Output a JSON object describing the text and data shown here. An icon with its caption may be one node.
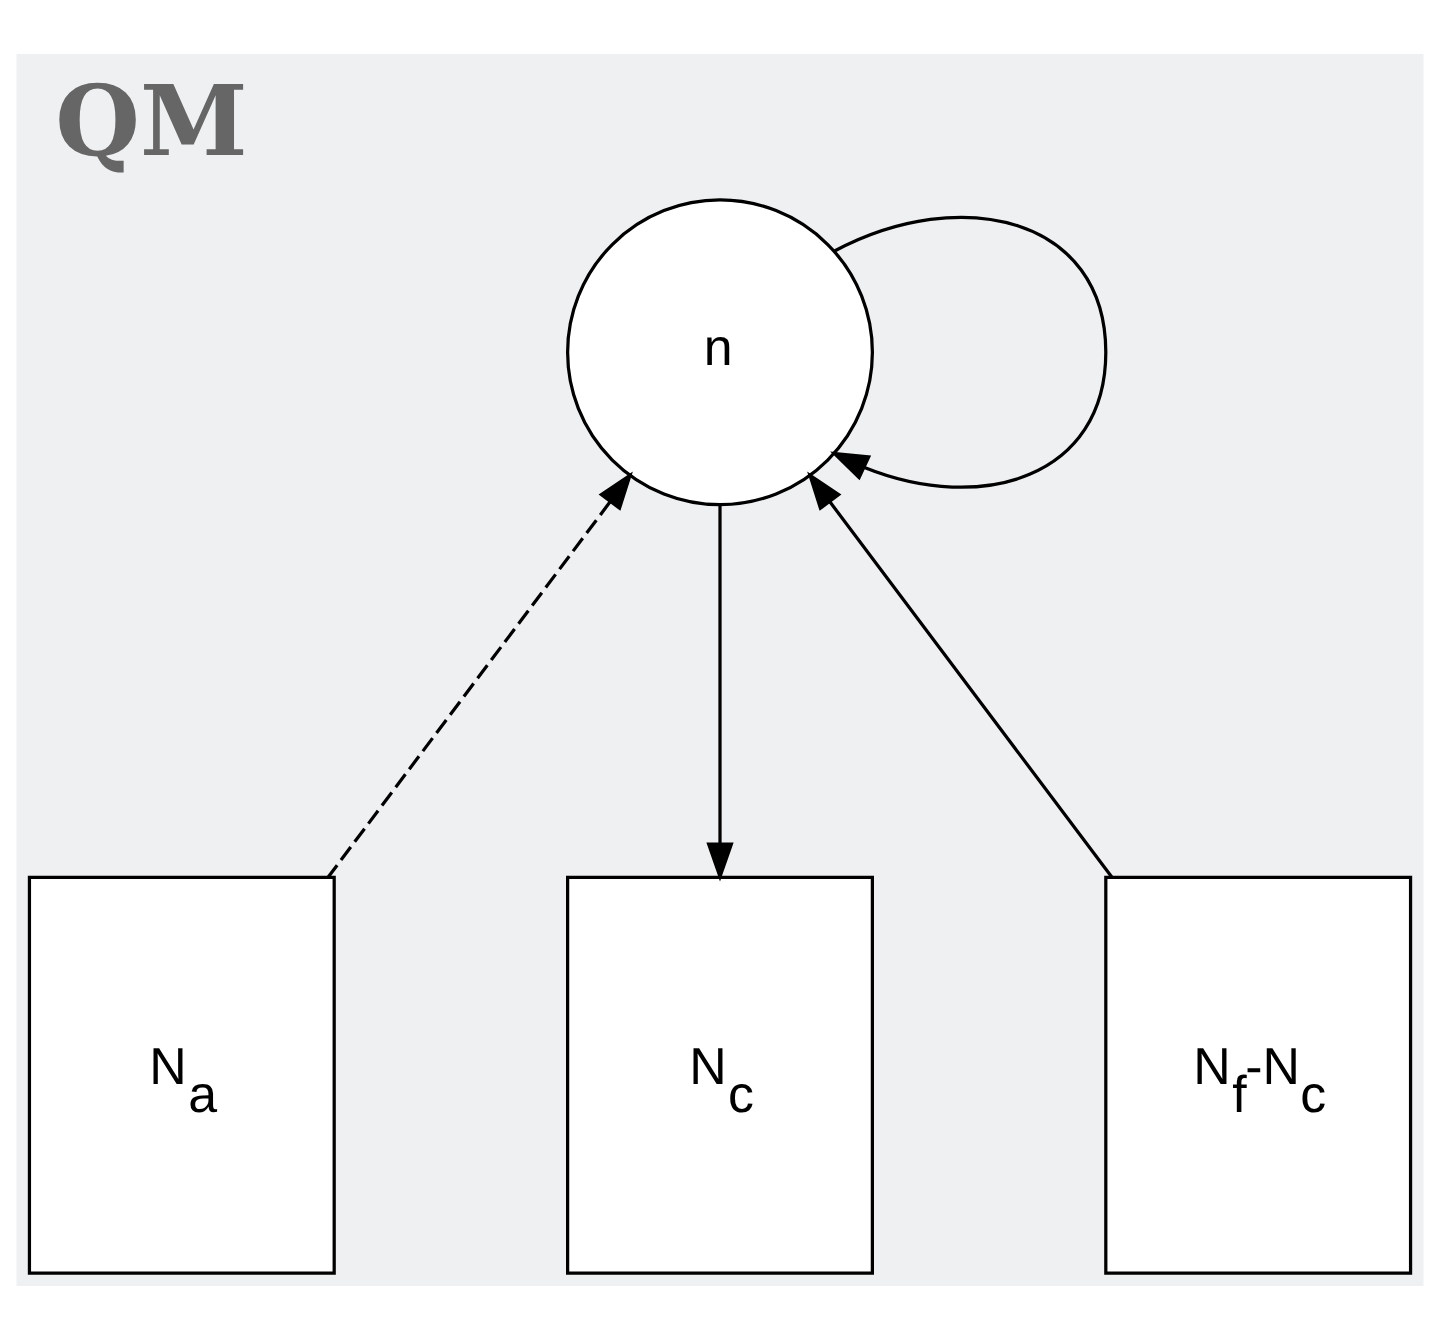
{
  "diagram": {
    "title": "QM",
    "nodes": [
      {
        "text": [
          "n"
        ]
      },
      {
        "text": [
          "N$_{a}$"
        ]
      },
      {
        "text": [
          "N$_{c}$"
        ]
      },
      {
        "text": [
          "N$_{f}$-N$_{c}$"
        ]
      }
    ],
    "edges": [
      {
        "from": 0,
        "to": 0,
        "arrow": "to"
      },
      {
        "from": 1,
        "to": 0,
        "arrow": "to",
        "style": "dashed"
      },
      {
        "from": 0,
        "to": 2,
        "arrow": "to"
      },
      {
        "from": 3,
        "to": 0,
        "arrow": "to"
      }
    ]
  }
}
